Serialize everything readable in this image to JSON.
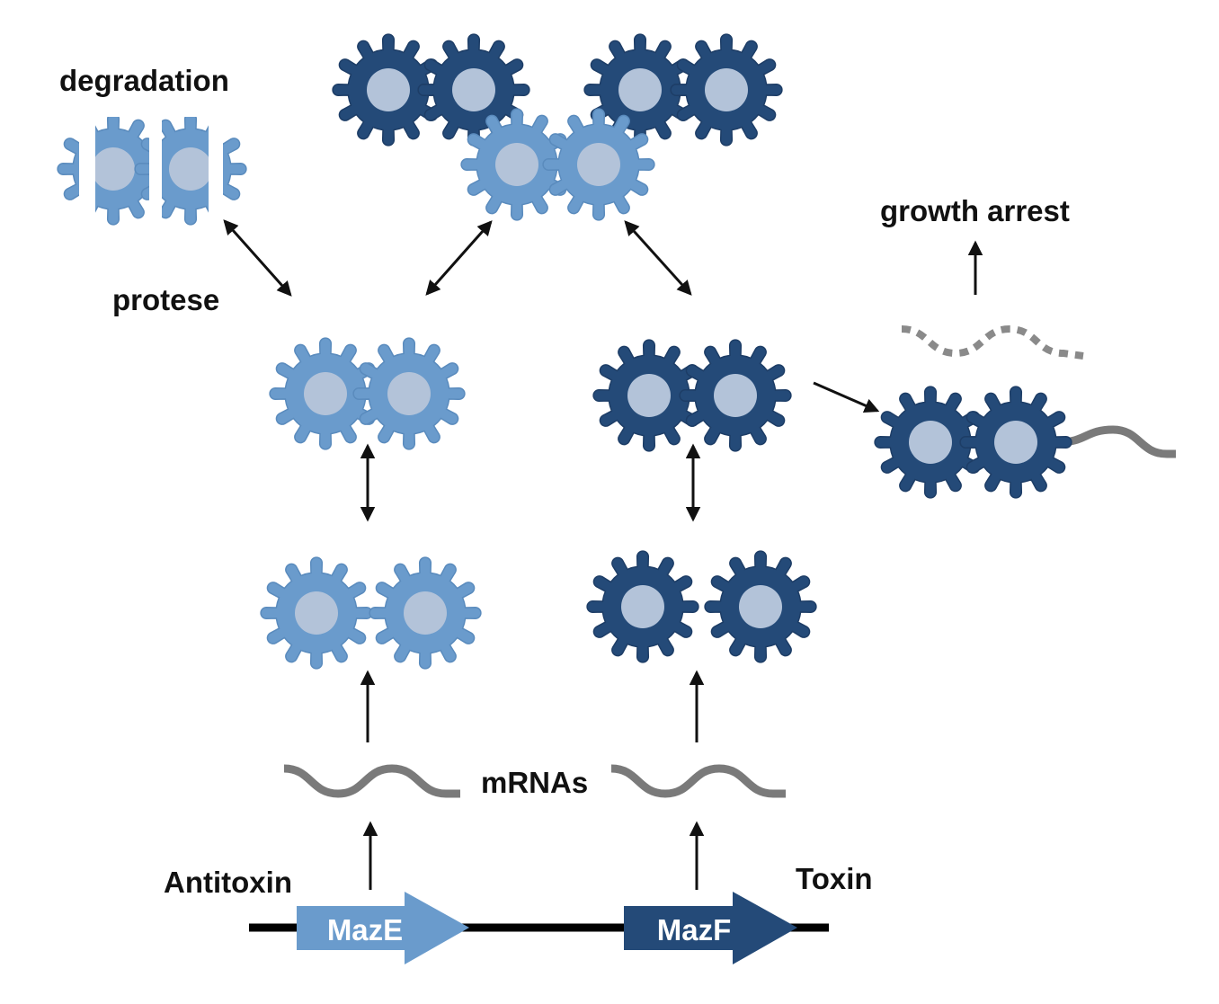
{
  "labels": {
    "degradation": "degradation",
    "protese": "protese",
    "growth_arrest": "growth arrest",
    "mrnas": "mRNAs",
    "antitoxin": "Antitoxin",
    "toxin": "Toxin",
    "maze": "MazE",
    "mazf": "MazF"
  },
  "colors": {
    "antitoxin": "#6a9bcc",
    "antitoxin_edge": "#5a8bbd",
    "toxin": "#244a78",
    "toxin_edge": "#1d3d66",
    "core": "#b3c3d9",
    "mrna": "#7a7a7a",
    "arrow": "#111111"
  },
  "icons": {
    "protein": "gear-shaped protein",
    "mrna": "wavy line",
    "gene": "block arrow"
  }
}
